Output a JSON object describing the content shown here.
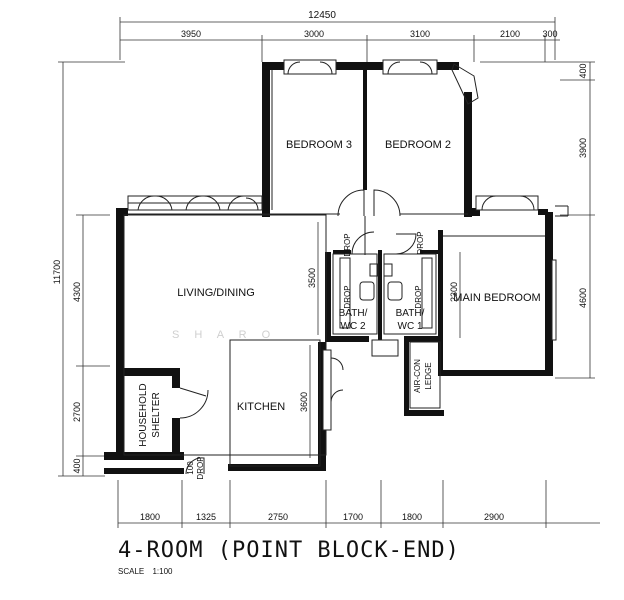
{
  "dimensions": {
    "top_total": "12450",
    "top": [
      "3950",
      "3000",
      "3100",
      "2100",
      "300"
    ],
    "bottom": [
      "1800",
      "1325",
      "2750",
      "1700",
      "1800",
      "2900"
    ],
    "left_total": "11700",
    "left": [
      "4300",
      "2700",
      "400"
    ],
    "right": [
      "400",
      "3900",
      "4600"
    ],
    "interior": {
      "living": "3500",
      "kitchen": "3600",
      "bath": "2300"
    }
  },
  "rooms": {
    "bedroom3": "BEDROOM 3",
    "bedroom2": "BEDROOM 2",
    "living": "LIVING/DINING",
    "main_bedroom": "MAIN BEDROOM",
    "kitchen": "KITCHEN",
    "household": "HOUSEHOLD",
    "shelter": "SHELTER",
    "bath": "BATH/",
    "wc2": "WC 2",
    "wc1": "WC 1",
    "aircon": "AIR-CON",
    "ledge": "LEDGE"
  },
  "labels": {
    "drop": "DROP",
    "door_code": "100"
  },
  "watermark": "S H A R O",
  "title": "4-ROOM (POINT BLOCK-END)",
  "scale_label": "SCALE",
  "scale_value": "1:100"
}
